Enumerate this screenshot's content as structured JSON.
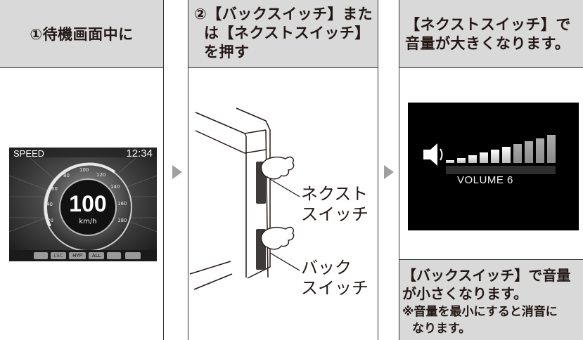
{
  "col1": {
    "header": "①待機画面中に"
  },
  "screen1": {
    "speed_label": "SPEED",
    "clock": "12:34",
    "speed_value": "100",
    "unit": "km/h",
    "gauge_ticks": [
      "20",
      "40",
      "60",
      "80",
      "100",
      "120",
      "140",
      "160",
      "180"
    ],
    "buttons": [
      "",
      "LSC",
      "HYP",
      "ALL",
      "",
      ""
    ]
  },
  "col2": {
    "header_lines": [
      "②【バックスイッチ】また",
      "は【ネクストスイッチ】",
      "を押す"
    ],
    "next_label_lines": [
      "ネクスト",
      "スイッチ"
    ],
    "back_label_lines": [
      "バック",
      "スイッチ"
    ]
  },
  "col3": {
    "header_lines": [
      "【ネクストスイッチ】で",
      "音量が大きくなります。"
    ],
    "volume_label": "VOLUME 6",
    "info_lines": [
      "【バックスイッチ】で音量",
      "が小さくなります。"
    ],
    "note_lines": [
      "※音量を最小にすると消音に",
      "なります。"
    ]
  },
  "colors": {
    "header_bg": "#d9d9d9",
    "arrow": "#9fa0a0"
  }
}
